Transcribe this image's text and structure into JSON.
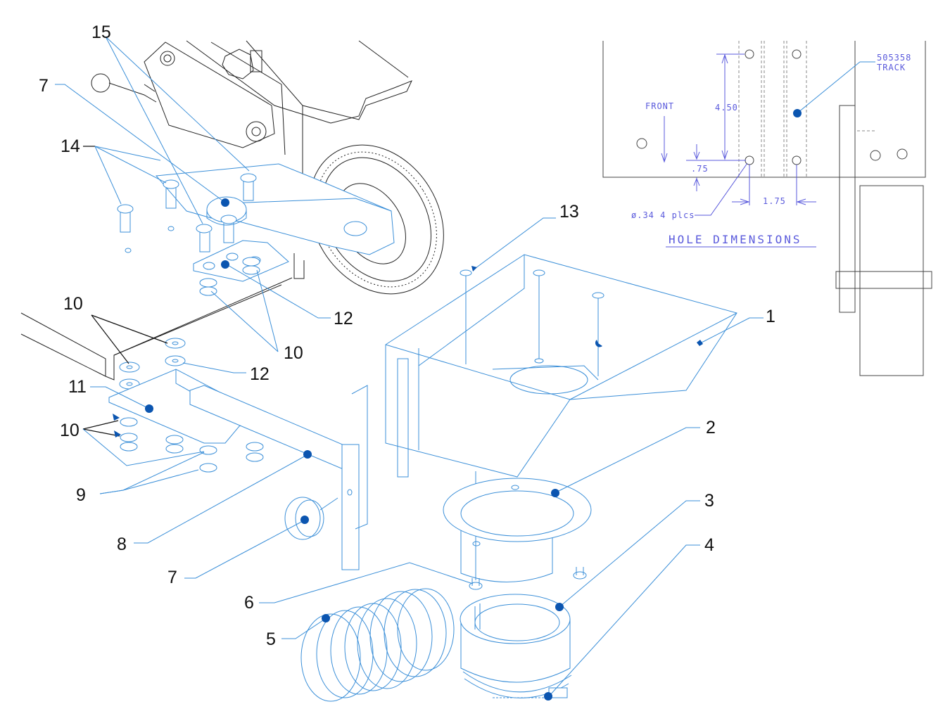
{
  "callouts": {
    "c1": "1",
    "c2": "2",
    "c3": "3",
    "c4": "4",
    "c5": "5",
    "c6": "6",
    "c7a": "7",
    "c7b": "7",
    "c8": "8",
    "c9": "9",
    "c10a": "10",
    "c10b": "10",
    "c10c": "10",
    "c11": "11",
    "c12a": "12",
    "c12b": "12",
    "c13": "13",
    "c14": "14",
    "c15": "15"
  },
  "hole_dimensions": {
    "title": "HOLE DIMENSIONS",
    "front_label": "FRONT",
    "dim_vertical": "4.50",
    "dim_offset": ".75",
    "dim_horizontal": "1.75",
    "hole_spec": "ø.34 4 plcs",
    "track_part_number": "505358",
    "track_label": "TRACK"
  },
  "colors": {
    "part_line": "#3b8fd8",
    "callout_dot": "#0b55b0",
    "dimension_text": "#5a5adc",
    "machine_line": "#222222"
  }
}
